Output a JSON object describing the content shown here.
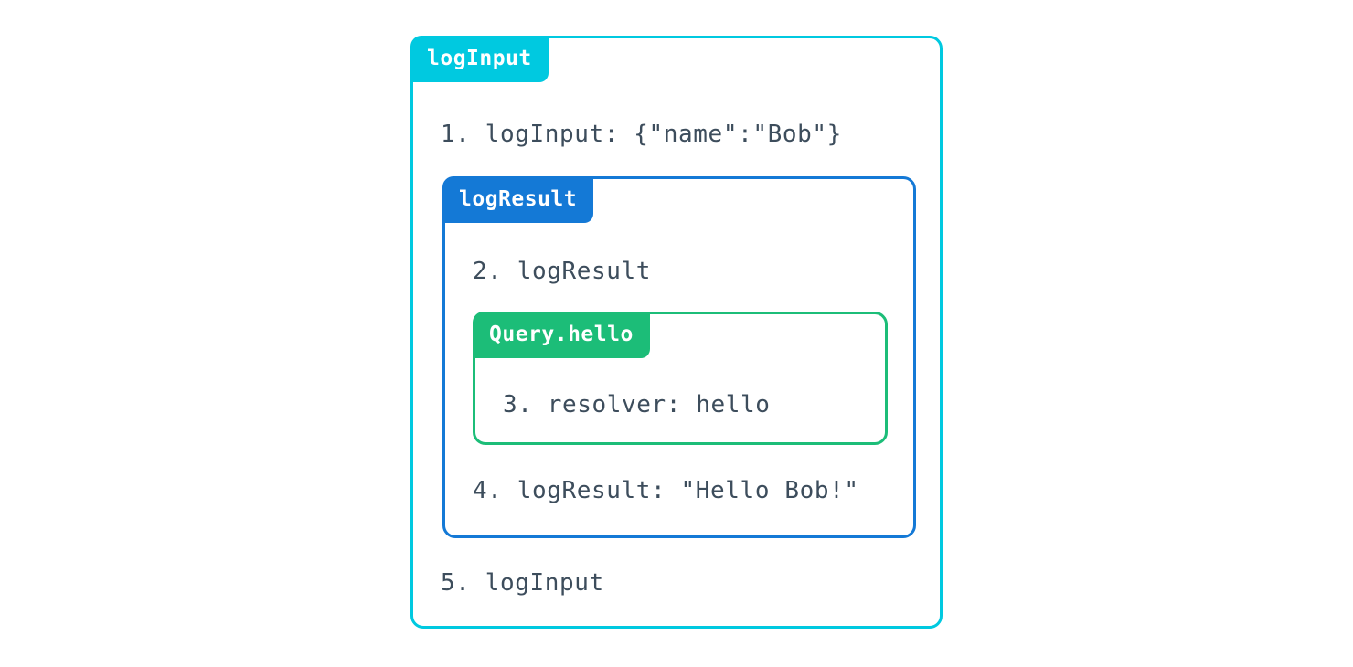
{
  "diagram": {
    "type": "nested-execution-trace",
    "background_color": "#ffffff",
    "text_color": "#3d4d5c",
    "boxes": [
      {
        "id": "logInput",
        "label": "logInput",
        "color": "#00c9e0",
        "depth": 0,
        "lines": [
          {
            "number": "1.",
            "text": "1. logInput: {\"name\":\"Bob\"}"
          },
          {
            "number": "5.",
            "text": "5. logInput"
          }
        ]
      },
      {
        "id": "logResult",
        "label": "logResult",
        "color": "#1479d6",
        "depth": 1,
        "lines": [
          {
            "number": "2.",
            "text": "2. logResult"
          },
          {
            "number": "4.",
            "text": "4. logResult: \"Hello Bob!\""
          }
        ]
      },
      {
        "id": "Query.hello",
        "label": "Query.hello",
        "color": "#1cbd78",
        "depth": 2,
        "lines": [
          {
            "number": "3.",
            "text": "3. resolver: hello"
          }
        ]
      }
    ],
    "steps": [
      "1. logInput: {\"name\":\"Bob\"}",
      "2. logResult",
      "3. resolver: hello",
      "4. logResult: \"Hello Bob!\"",
      "5. logInput"
    ]
  }
}
